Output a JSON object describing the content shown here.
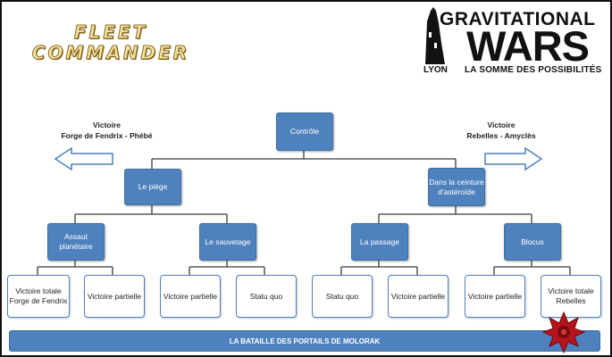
{
  "logo_left": {
    "line1": "FLEET",
    "line2": "COMMANDER"
  },
  "logo_right": {
    "title": "GRAVITATIONAL",
    "wars": "WARS",
    "city": "LYON",
    "tagline": "LA SOMME DES POSSIBILITÉS"
  },
  "left_outcome": {
    "line1": "Victoire",
    "line2": "Forge de Fendrix - Phébé"
  },
  "right_outcome": {
    "line1": "Victoire",
    "line2": "Rebelles - Amyclès"
  },
  "root": "Contrôle",
  "branches": {
    "left": "Le piège",
    "right": "Dans la ceinture d'astéroïde"
  },
  "subbranches": [
    "Assaut planétaire",
    "Le sauvetage",
    "La passage",
    "Blocus"
  ],
  "leaves": [
    "Victoire totale Forge de Fendrix",
    "Victoire partielle",
    "Victoire partielle",
    "Statu quo",
    "Statu quo",
    "Victoire partielle",
    "Victoire partielle",
    "Victoire totale Rebelles"
  ],
  "bottom_bar": "LA BATAILLE DES PORTAILS DE MOLORAK",
  "colors": {
    "box_fill": "#4e81bd",
    "box_border": "#41719c",
    "logo_gold": "#f3e3a6",
    "emblem_red": "#b5141b"
  },
  "icons": {
    "tower": "tower-icon",
    "emblem": "red-star-emblem-icon",
    "arrow_left": "arrow-left-icon",
    "arrow_right": "arrow-right-icon"
  }
}
